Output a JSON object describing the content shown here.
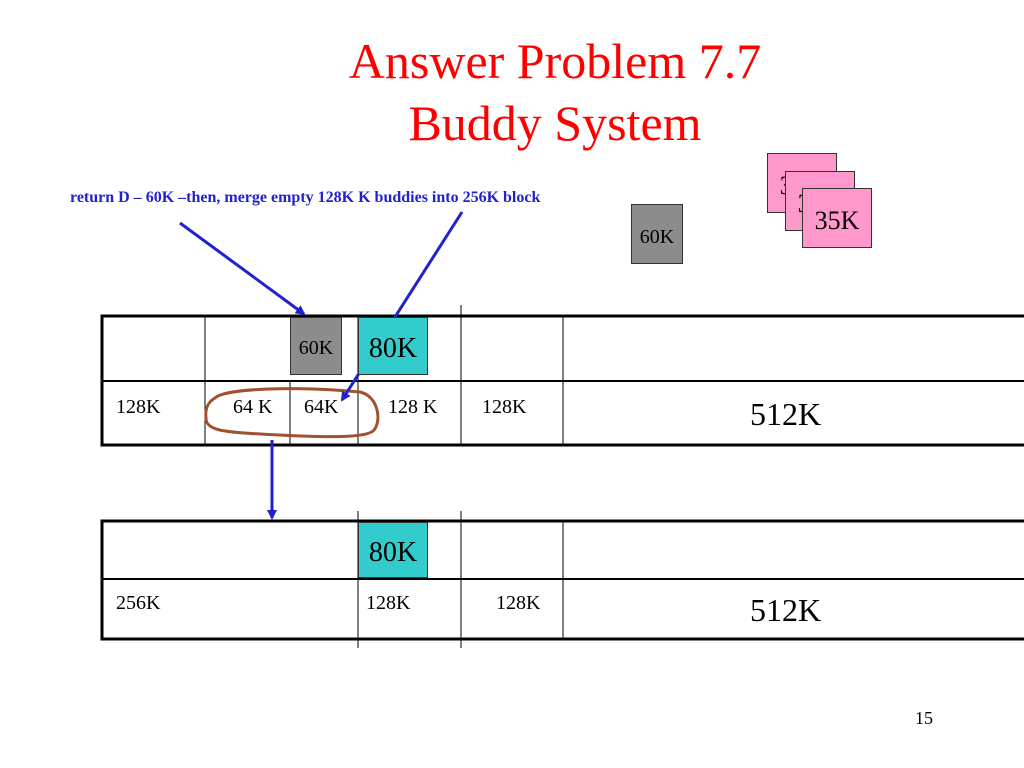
{
  "title": {
    "line1": "Answer Problem 7.7",
    "line2": "Buddy System"
  },
  "annotation": "return D – 60K –then, merge empty 128K K buddies into 256K block",
  "floating_blocks": {
    "freed": "60K",
    "stack": [
      "35K",
      "35K",
      "35K"
    ]
  },
  "before": {
    "allocated": [
      {
        "label": "60K"
      },
      {
        "label": "80K"
      }
    ],
    "sizes": [
      "128K",
      "64 K",
      "64K",
      "128 K",
      "128K"
    ],
    "large": "512K"
  },
  "after": {
    "allocated": [
      {
        "label": "80K"
      }
    ],
    "sizes": [
      "256K",
      "128K",
      "128K"
    ],
    "large": "512K"
  },
  "page_number": "15",
  "colors": {
    "title": "#ff0000",
    "annotation": "#2222cc",
    "arrow": "#2222cc",
    "merge_outline": "#a0522d",
    "freed_block": "#8c8c8c",
    "allocated_80k": "#33cccc",
    "stack_block": "#ff99cc"
  }
}
